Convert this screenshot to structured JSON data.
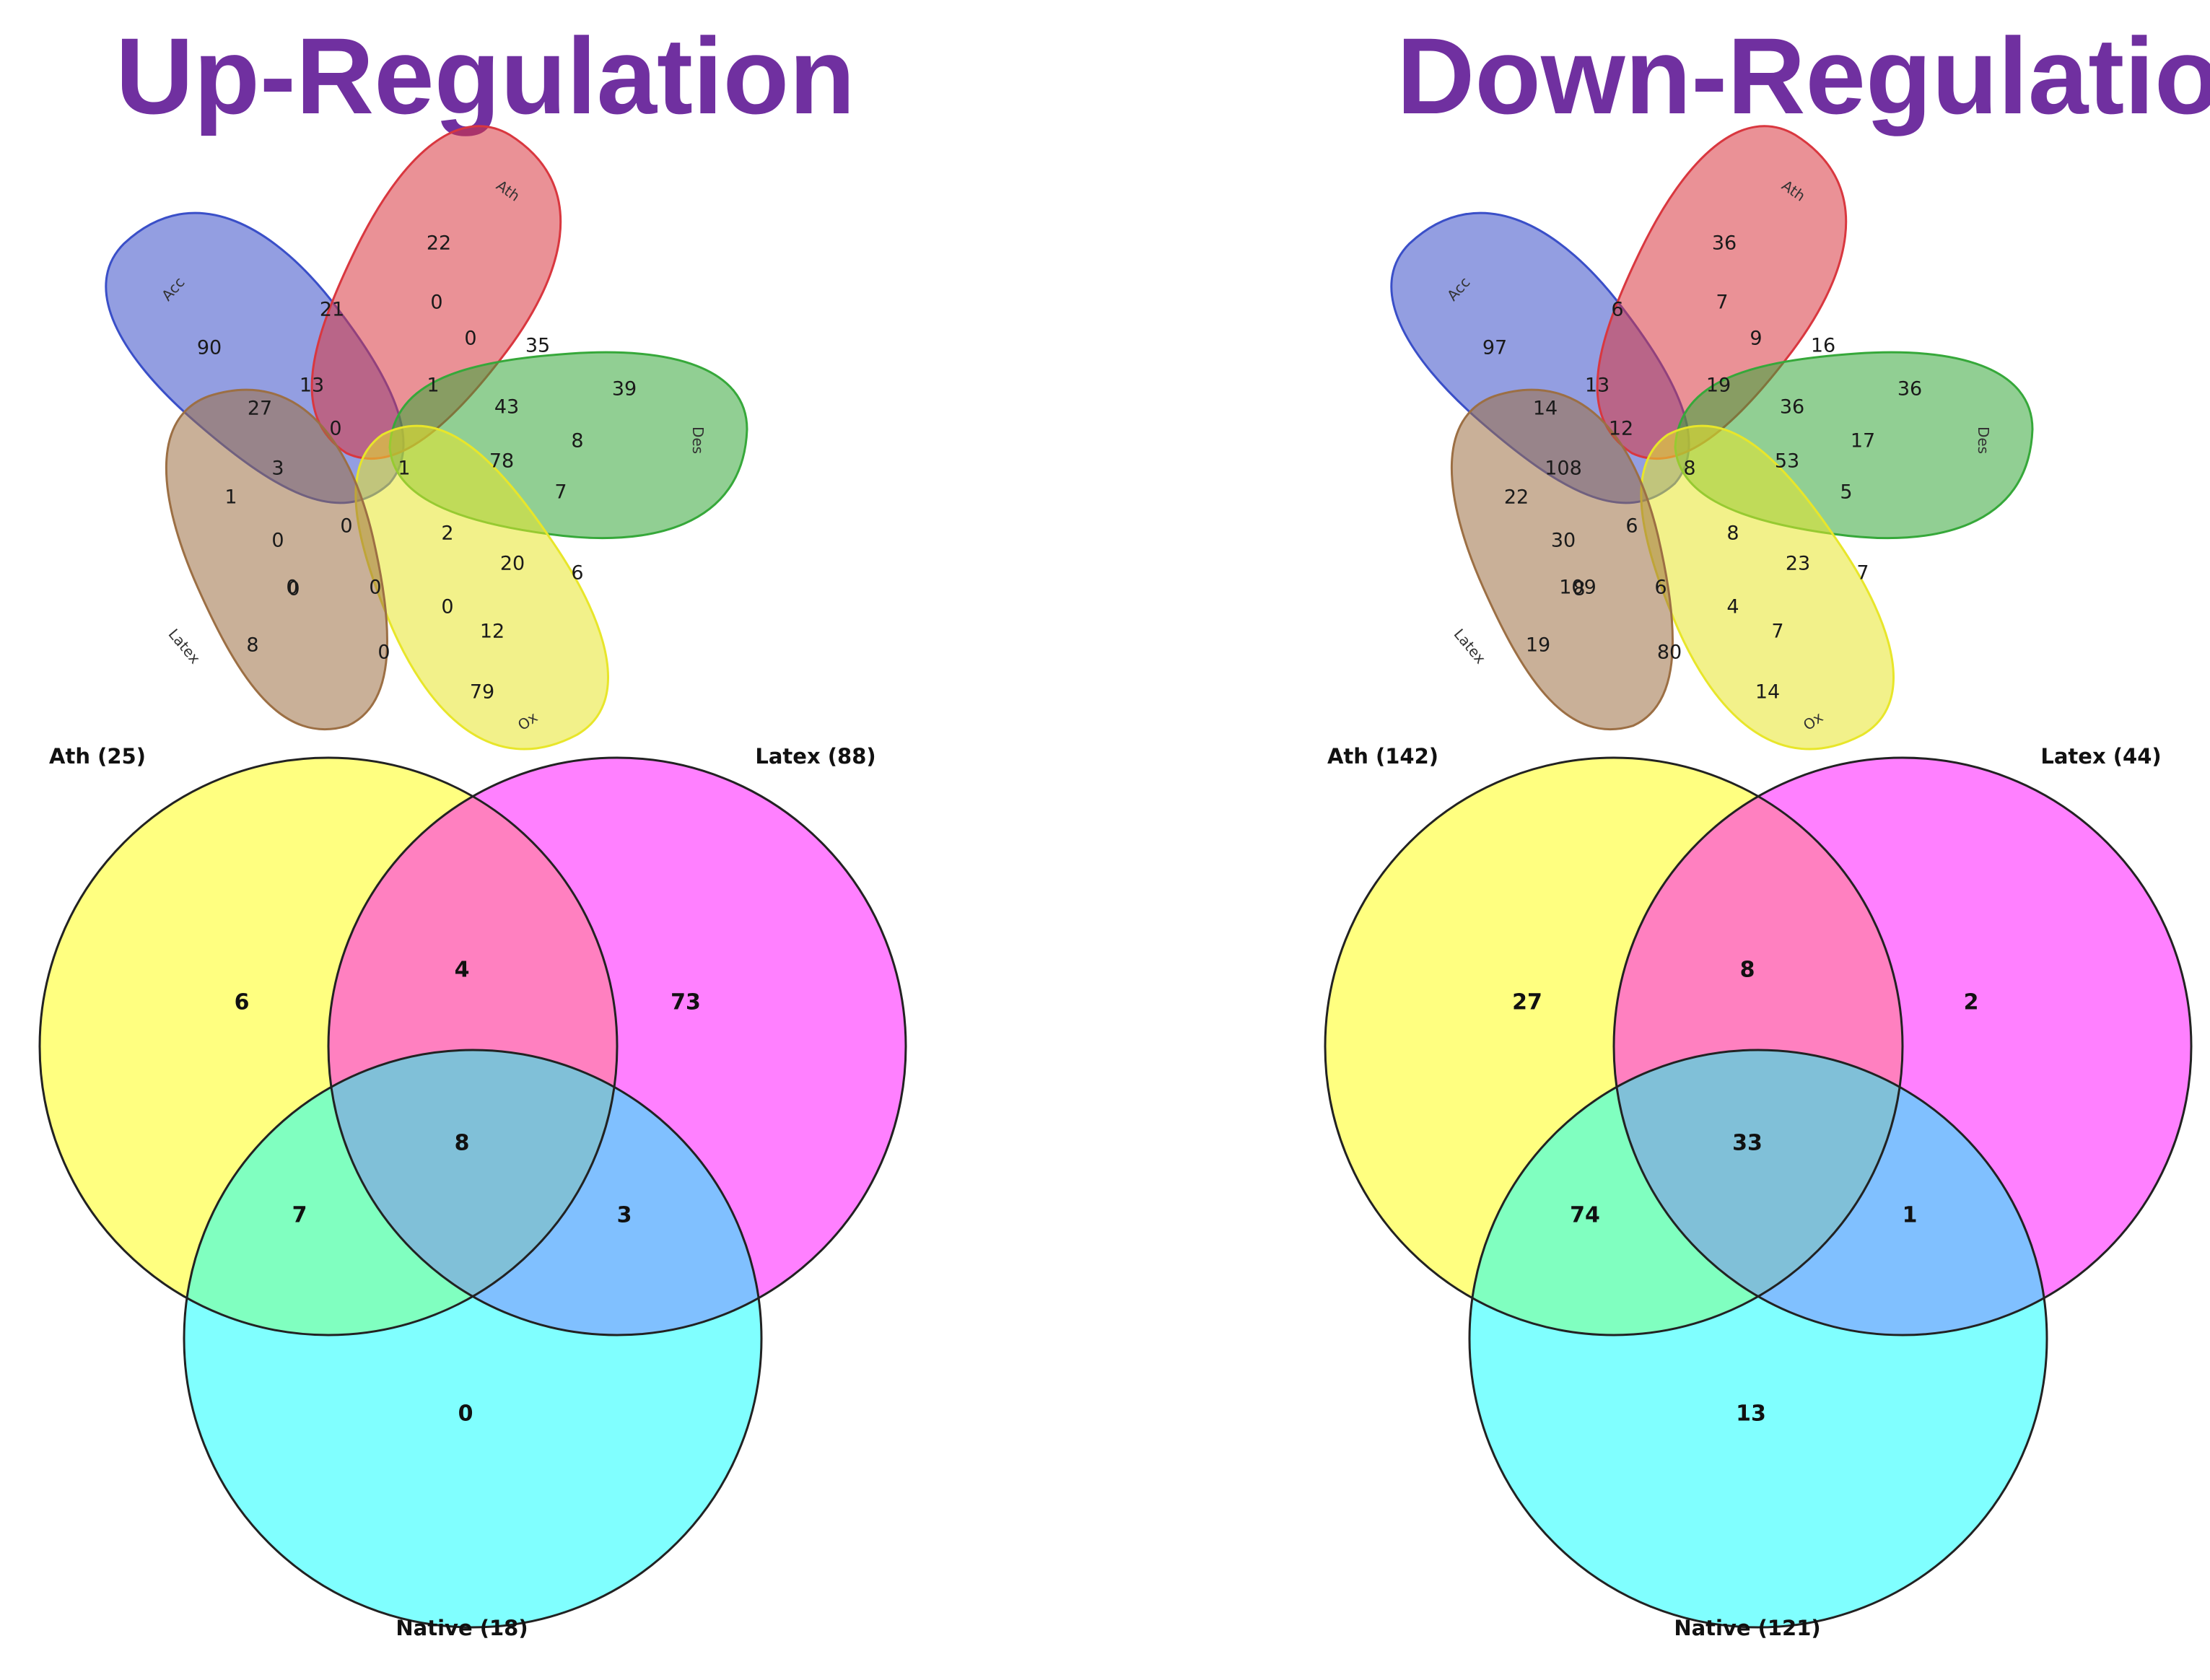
{
  "titles": {
    "up": "Up-Regulation",
    "down": "Down-Regulation"
  },
  "colors": {
    "title": "#7030a0",
    "venn5_sets": {
      "Acc": "#3a4fc8",
      "Ath": "#d9373f",
      "Des": "#36a83a",
      "Ox": "#e8e62a",
      "Latex": "#9c6f44"
    },
    "venn3_regions": {
      "a_only": "#ffff80",
      "b_only": "#ff80ff",
      "c_only": "#80ffff",
      "ab": "#ff80c0",
      "ac": "#80ffc0",
      "bc": "#80c0ff",
      "abc": "#80c0d8"
    }
  },
  "up": {
    "venn5": {
      "set_names": [
        "Acc",
        "Ath",
        "Des",
        "Ox",
        "Latex"
      ],
      "values": [
        "22",
        "21",
        "0",
        "0",
        "35",
        "39",
        "90",
        "13",
        "27",
        "0",
        "1",
        "43",
        "8",
        "1",
        "3",
        "78",
        "1",
        "7",
        "0",
        "0",
        "2",
        "20",
        "6",
        "0",
        "0",
        "0",
        "12",
        "8",
        "0",
        "79",
        "0"
      ]
    },
    "venn3": {
      "sets": [
        {
          "name": "Ath (25)"
        },
        {
          "name": "Latex (88)"
        },
        {
          "name": "Native (18)"
        }
      ],
      "regions": {
        "a_only": "6",
        "b_only": "73",
        "ab": "4",
        "abc": "8",
        "ac": "7",
        "bc": "3",
        "c_only": "0"
      }
    }
  },
  "down": {
    "venn5": {
      "set_names": [
        "Acc",
        "Ath",
        "Des",
        "Ox",
        "Latex"
      ],
      "values": [
        "36",
        "6",
        "7",
        "9",
        "16",
        "36",
        "97",
        "13",
        "14",
        "12",
        "19",
        "36",
        "17",
        "8",
        "108",
        "53",
        "22",
        "5",
        "30",
        "6",
        "8",
        "23",
        "7",
        "8",
        "6",
        "4",
        "7",
        "19",
        "80",
        "14",
        "109"
      ]
    },
    "venn3": {
      "sets": [
        {
          "name": "Ath (142)"
        },
        {
          "name": "Latex (44)"
        },
        {
          "name": "Native (121)"
        }
      ],
      "regions": {
        "a_only": "27",
        "b_only": "2",
        "ab": "8",
        "abc": "33",
        "ac": "74",
        "bc": "1",
        "c_only": "13"
      }
    }
  }
}
